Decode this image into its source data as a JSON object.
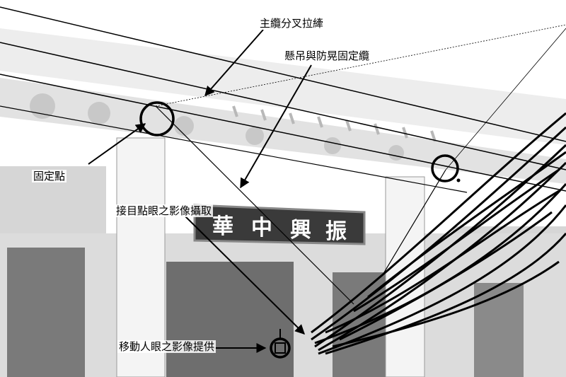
{
  "annotations": {
    "main_cable_split": "主纜分叉拉縴",
    "suspension_fixed_cable": "懸吊與防晃固定纜",
    "fixed_point": "固定點",
    "eye_capture": "接目點眼之影像攝取",
    "moving_eye_provider": "移動人眼之影像提供"
  },
  "plaque": {
    "characters": [
      "振",
      "興",
      "中",
      "華"
    ]
  },
  "colors": {
    "ink": "#000000",
    "structure": "#9a9a9a",
    "plaque_bg": "#3a3a3a"
  }
}
